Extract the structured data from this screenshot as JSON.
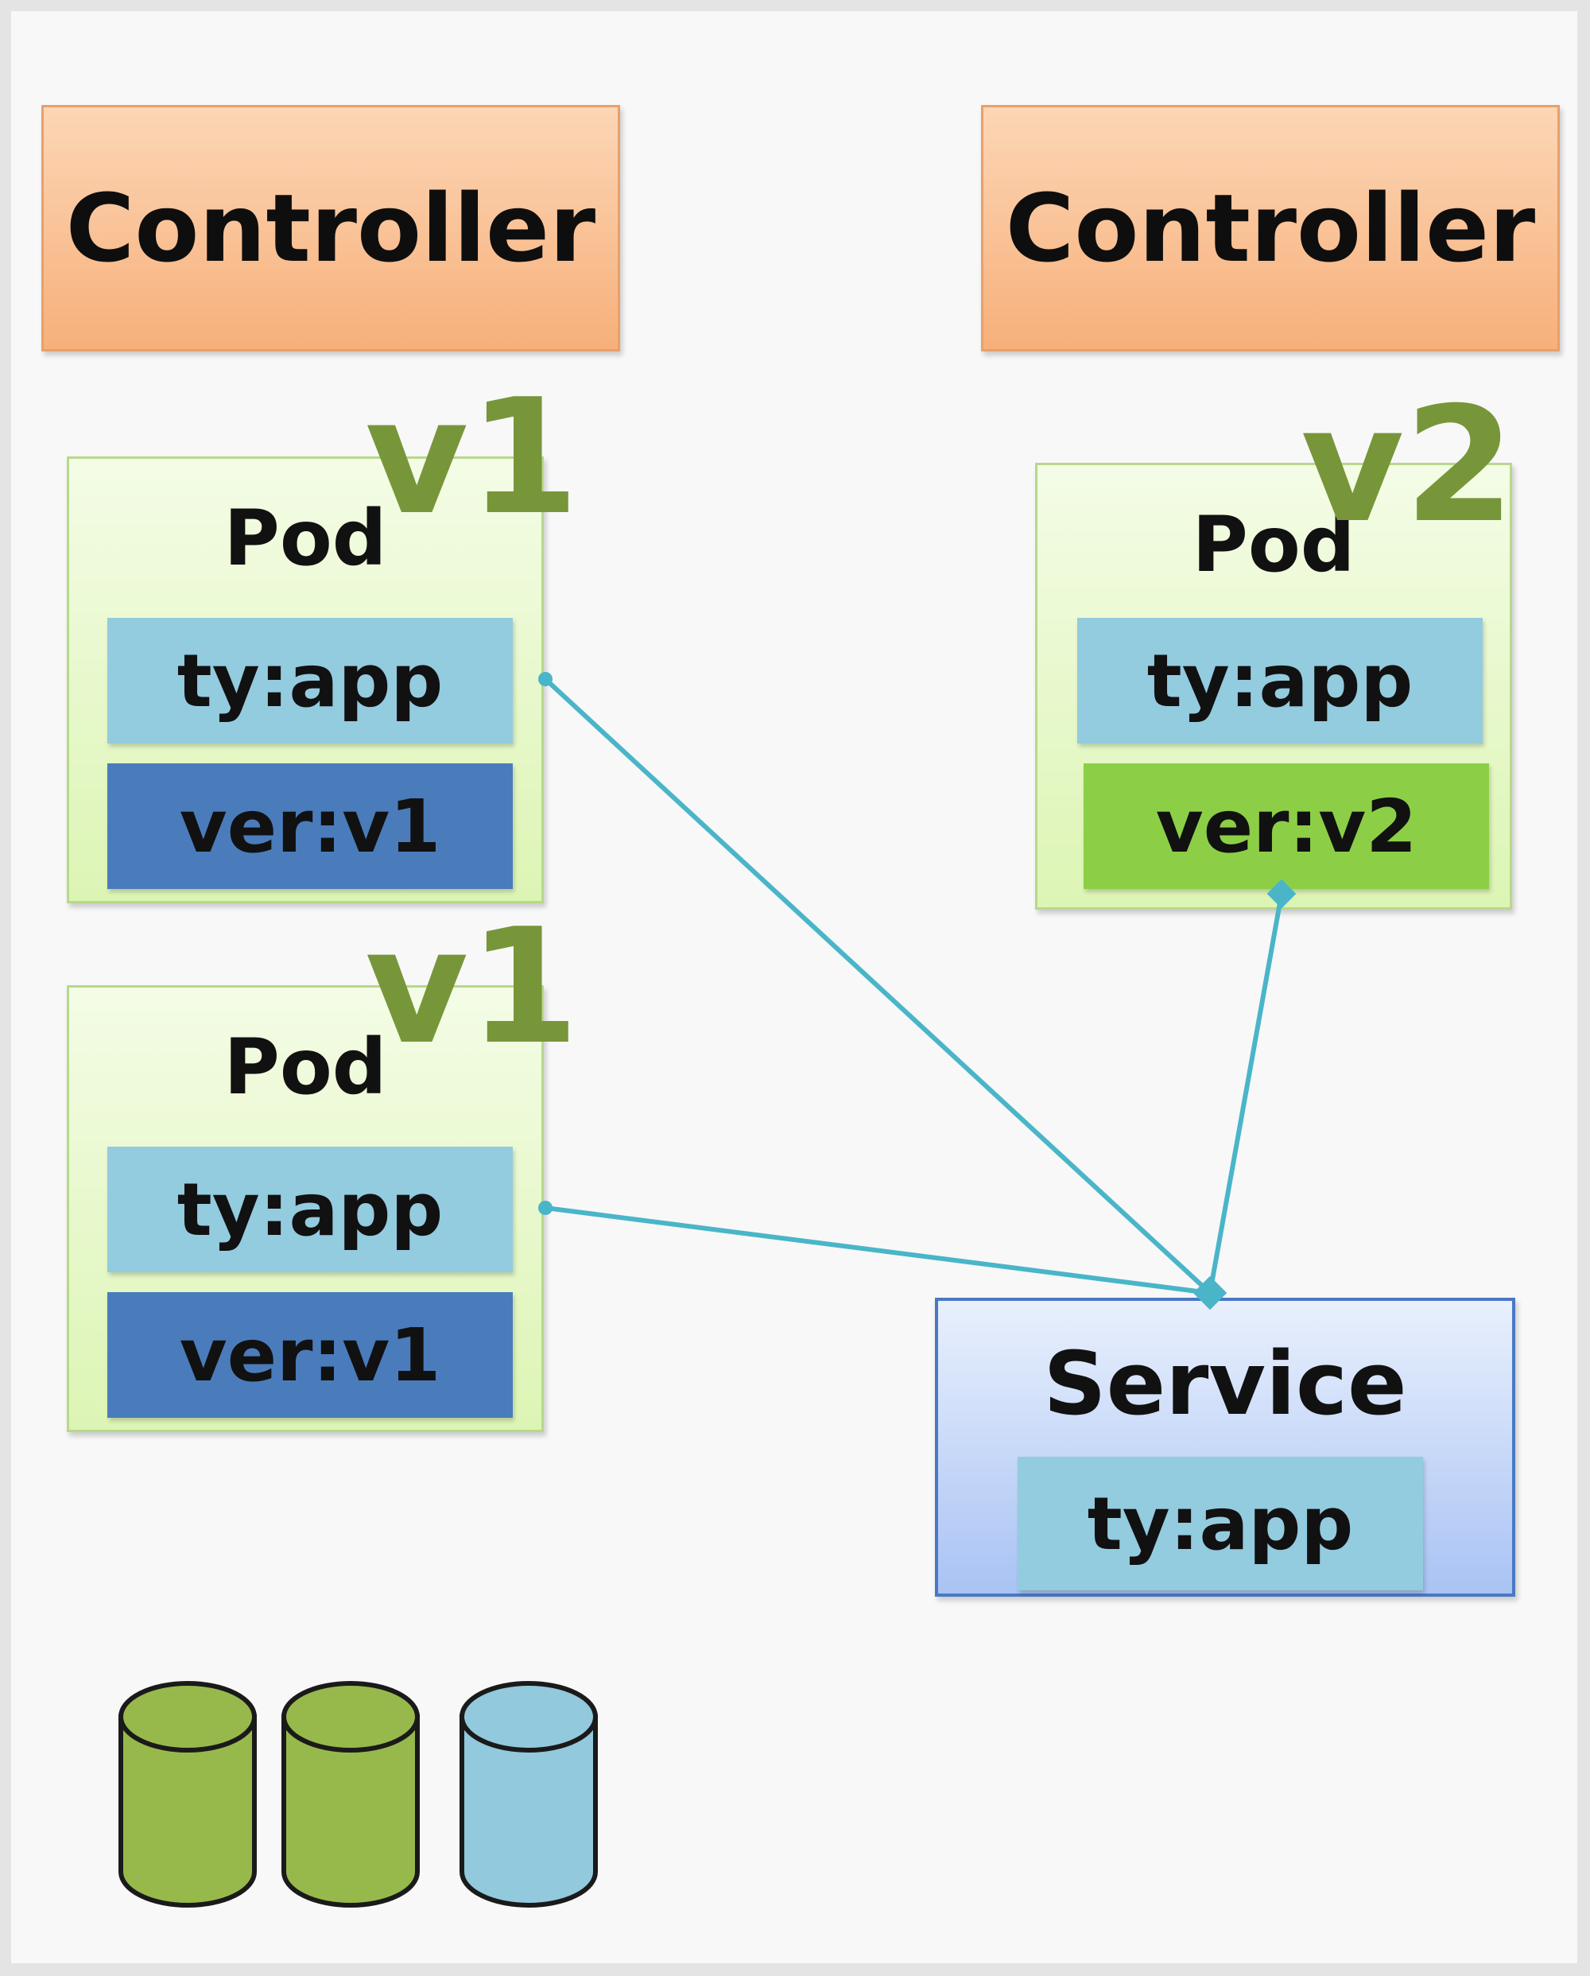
{
  "controllers": [
    {
      "label": "Controller"
    },
    {
      "label": "Controller"
    }
  ],
  "pods": [
    {
      "title": "Pod",
      "version": "v1",
      "labels": [
        "ty:app",
        "ver:v1"
      ]
    },
    {
      "title": "Pod",
      "version": "v1",
      "labels": [
        "ty:app",
        "ver:v1"
      ]
    },
    {
      "title": "Pod",
      "version": "v2",
      "labels": [
        "ty:app",
        "ver:v2"
      ]
    }
  ],
  "service": {
    "title": "Service",
    "selector": "ty:app"
  },
  "colors": {
    "link": "#4ab5c9",
    "cylinder_v1": "#97b94c",
    "cylinder_v2": "#92c9dc"
  }
}
